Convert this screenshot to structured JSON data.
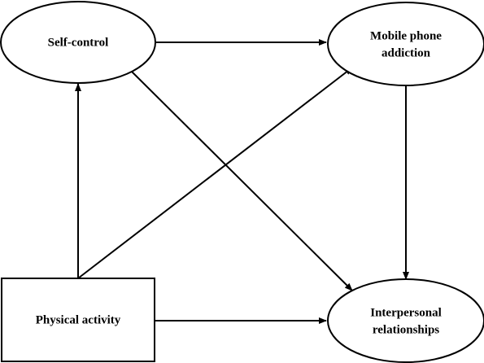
{
  "nodes": {
    "self_control": {
      "label": "Self-control"
    },
    "mobile_phone_addiction": {
      "line1": "Mobile phone",
      "line2": "addiction"
    },
    "physical_activity": {
      "label": "Physical activity"
    },
    "interpersonal_relationships": {
      "line1": "Interpersonal",
      "line2": "relationships"
    }
  },
  "edges": [
    {
      "from": "Physical activity",
      "to": "Self-control"
    },
    {
      "from": "Physical activity",
      "to": "Mobile phone addiction"
    },
    {
      "from": "Physical activity",
      "to": "Interpersonal relationships"
    },
    {
      "from": "Self-control",
      "to": "Mobile phone addiction"
    },
    {
      "from": "Self-control",
      "to": "Interpersonal relationships"
    },
    {
      "from": "Mobile phone addiction",
      "to": "Interpersonal relationships"
    }
  ]
}
